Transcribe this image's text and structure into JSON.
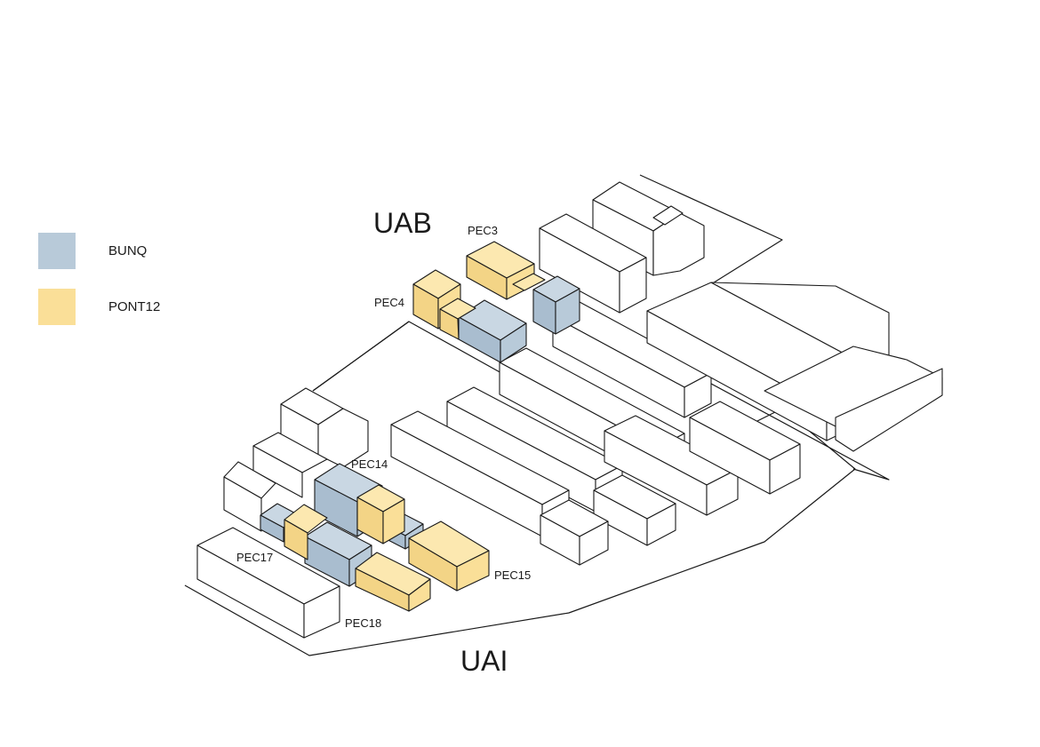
{
  "legend": [
    {
      "label": "BUNQ",
      "color": "#b8cad9"
    },
    {
      "label": "PONT12",
      "color": "#fadf98"
    }
  ],
  "labels": {
    "uab": "UAB",
    "uai": "UAI",
    "pec3": "PEC3",
    "pec4": "PEC4",
    "pec14": "PEC14",
    "pec15": "PEC15",
    "pec17": "PEC17",
    "pec18": "PEC18"
  },
  "colors": {
    "bunq": "#b8cad9",
    "bunq_top": "#c9d7e3",
    "bunq_side": "#a9bdcf",
    "pont12": "#fadf98",
    "pont12_top": "#fce8b0",
    "pont12_side": "#f3d486",
    "line": "#1a1a1a"
  }
}
